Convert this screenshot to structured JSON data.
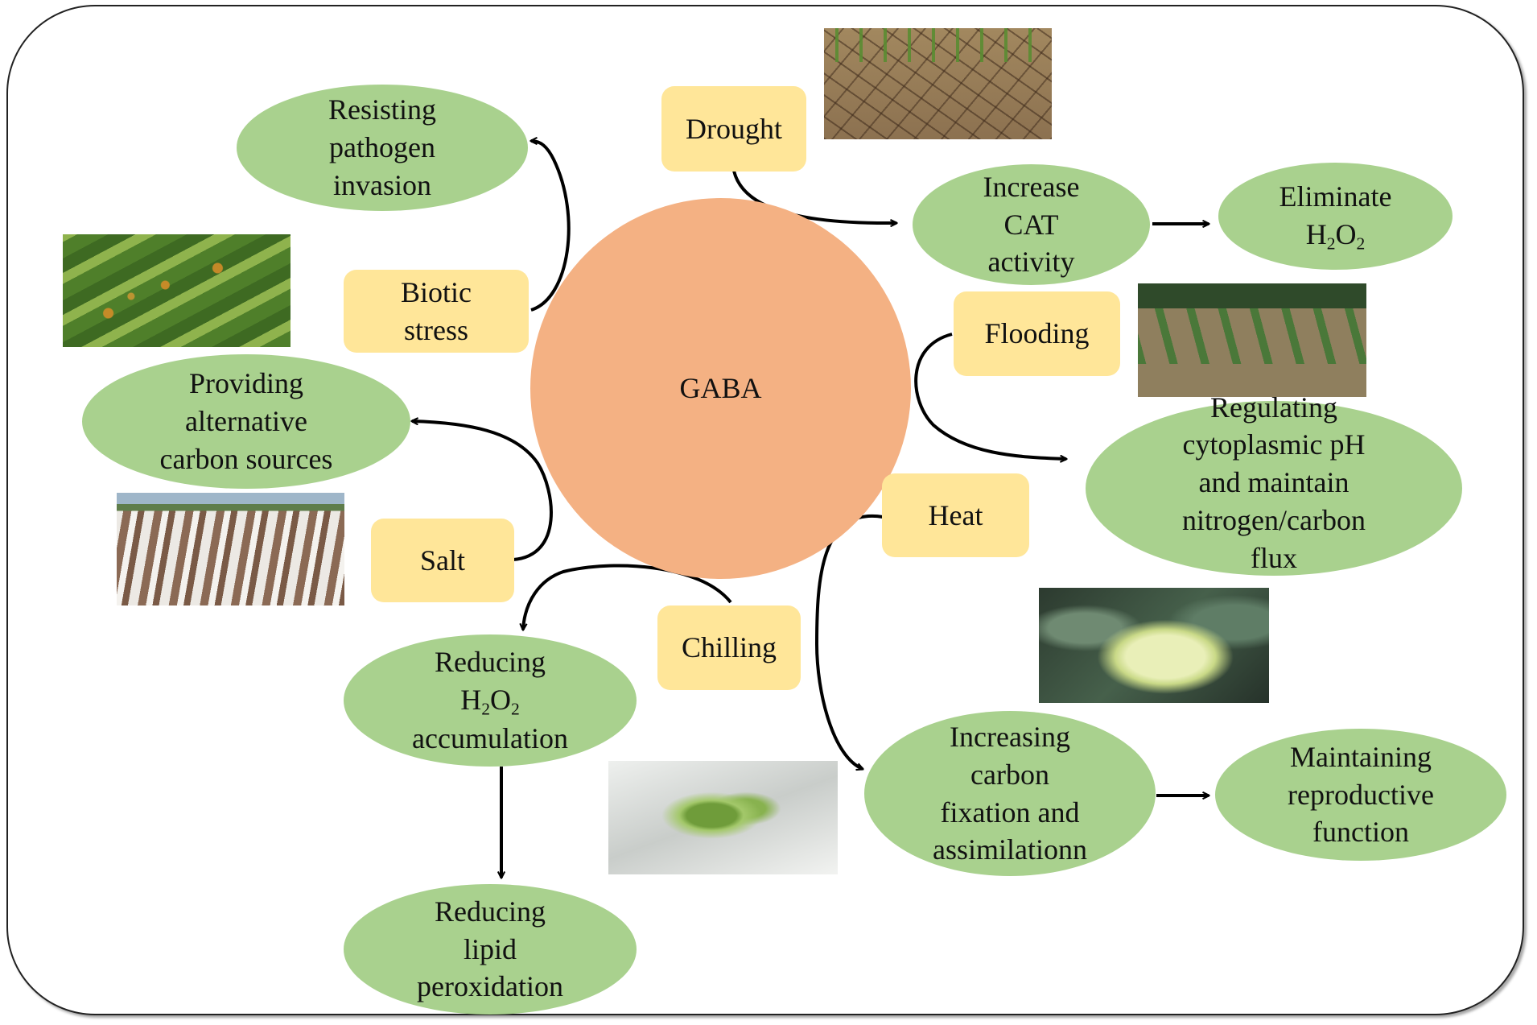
{
  "center": {
    "label": "GABA"
  },
  "stresses": {
    "drought": "Drought",
    "biotic": [
      "Biotic",
      "stress"
    ],
    "flooding": "Flooding",
    "salt": "Salt",
    "heat": "Heat",
    "chilling": "Chilling"
  },
  "effects": {
    "resisting": [
      "Resisting",
      "pathogen",
      "invasion"
    ],
    "providing": [
      "Providing",
      "alternative",
      "carbon sources"
    ],
    "increase_cat": [
      "Increase",
      "CAT",
      "activity"
    ],
    "eliminate": [
      "Eliminate",
      "H",
      "2",
      "O",
      "2"
    ],
    "regulating": [
      "Regulating",
      "cytoplasmic pH",
      "and maintain",
      "nitrogen/carbon",
      "flux"
    ],
    "reducing_h2o2": [
      "Reducing",
      "H",
      "2",
      "O",
      "2",
      "accumulation"
    ],
    "reducing_lipid": [
      "Reducing",
      "lipid",
      "peroxidation"
    ],
    "increasing_carbon": [
      "Increasing",
      "carbon",
      "fixation and",
      "assimilationn"
    ],
    "maintaining": [
      "Maintaining",
      "reproductive",
      "function"
    ]
  },
  "colors": {
    "center": "#f4b183",
    "effect": "#a9d18e",
    "stress": "#ffe699",
    "arrow": "#000000"
  }
}
